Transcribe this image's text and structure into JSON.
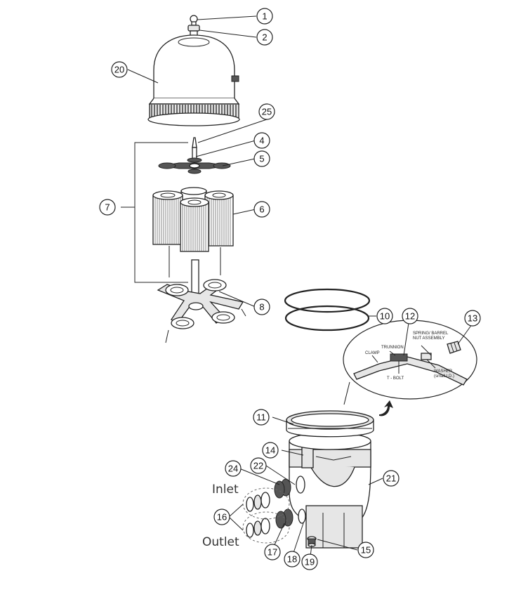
{
  "callouts": [
    "1",
    "2",
    "20",
    "25",
    "4",
    "5",
    "7",
    "6",
    "8",
    "10",
    "12",
    "13",
    "11",
    "14",
    "24",
    "22",
    "21",
    "16",
    "17",
    "18",
    "19",
    "15"
  ],
  "port_labels": {
    "inlet": "Inlet",
    "outlet": "Outlet"
  },
  "inset_labels": {
    "spring_nut": "SPRING/ BARREL",
    "spring_nut_2": "NUT ASSEMBLY",
    "trunnion": "TRUNNION",
    "clamp": "CLAMP",
    "washer": "WASHER",
    "washer_2": "(small I.D.)",
    "t_bolt": "T - BOLT"
  }
}
